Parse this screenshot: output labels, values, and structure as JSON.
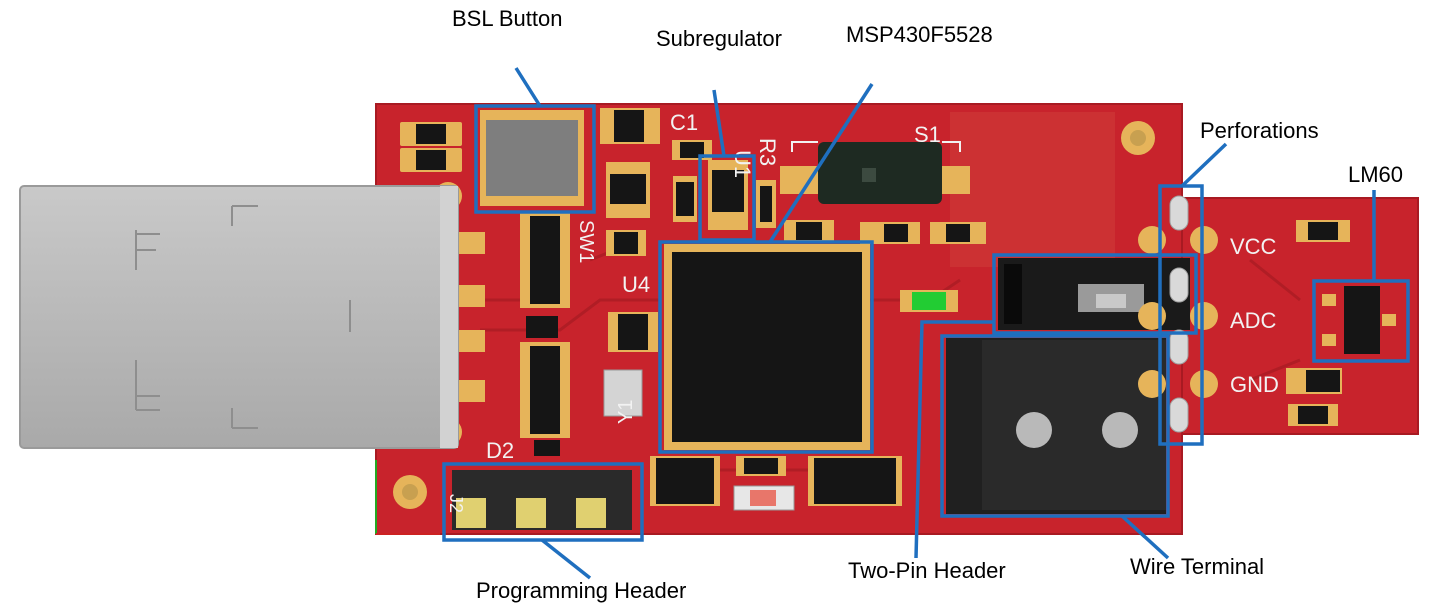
{
  "callouts": {
    "bsl_button": "BSL Button",
    "subregulator": "Subregulator",
    "msp430": "MSP430F5528",
    "perforations": "Perforations",
    "lm60": "LM60",
    "programming_header": "Programming Header",
    "two_pin_header": "Two-Pin Header",
    "wire_terminal": "Wire Terminal"
  },
  "silkscreen": {
    "c1": "C1",
    "u1": "U1",
    "r3": "R3",
    "s1": "S1",
    "sw1": "SW1",
    "u4": "U4",
    "y1": "Y1",
    "d2": "D2",
    "j2": "J2",
    "vcc": "VCC",
    "adc": "ADC",
    "gnd": "GND"
  },
  "colors": {
    "pcb": "#c8232c",
    "pcb_dark": "#a81a22",
    "highlight_box": "#1f6fbf",
    "pad_gold": "#e6b45a",
    "usb_gray": "#b8b8b8",
    "chip_black": "#151515"
  }
}
